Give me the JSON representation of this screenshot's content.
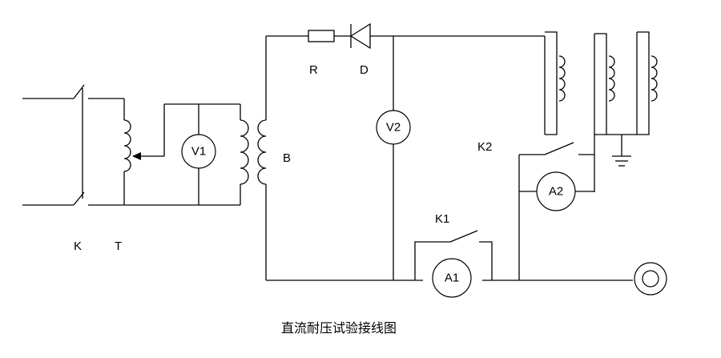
{
  "labels": {
    "R": "R",
    "D": "D",
    "B": "B",
    "K": "K",
    "T": "T",
    "K1": "K1",
    "K2": "K2"
  },
  "meters": {
    "V1": "V1",
    "V2": "V2",
    "A1": "A1",
    "A2": "A2"
  },
  "caption": "直流耐压试验接线图"
}
